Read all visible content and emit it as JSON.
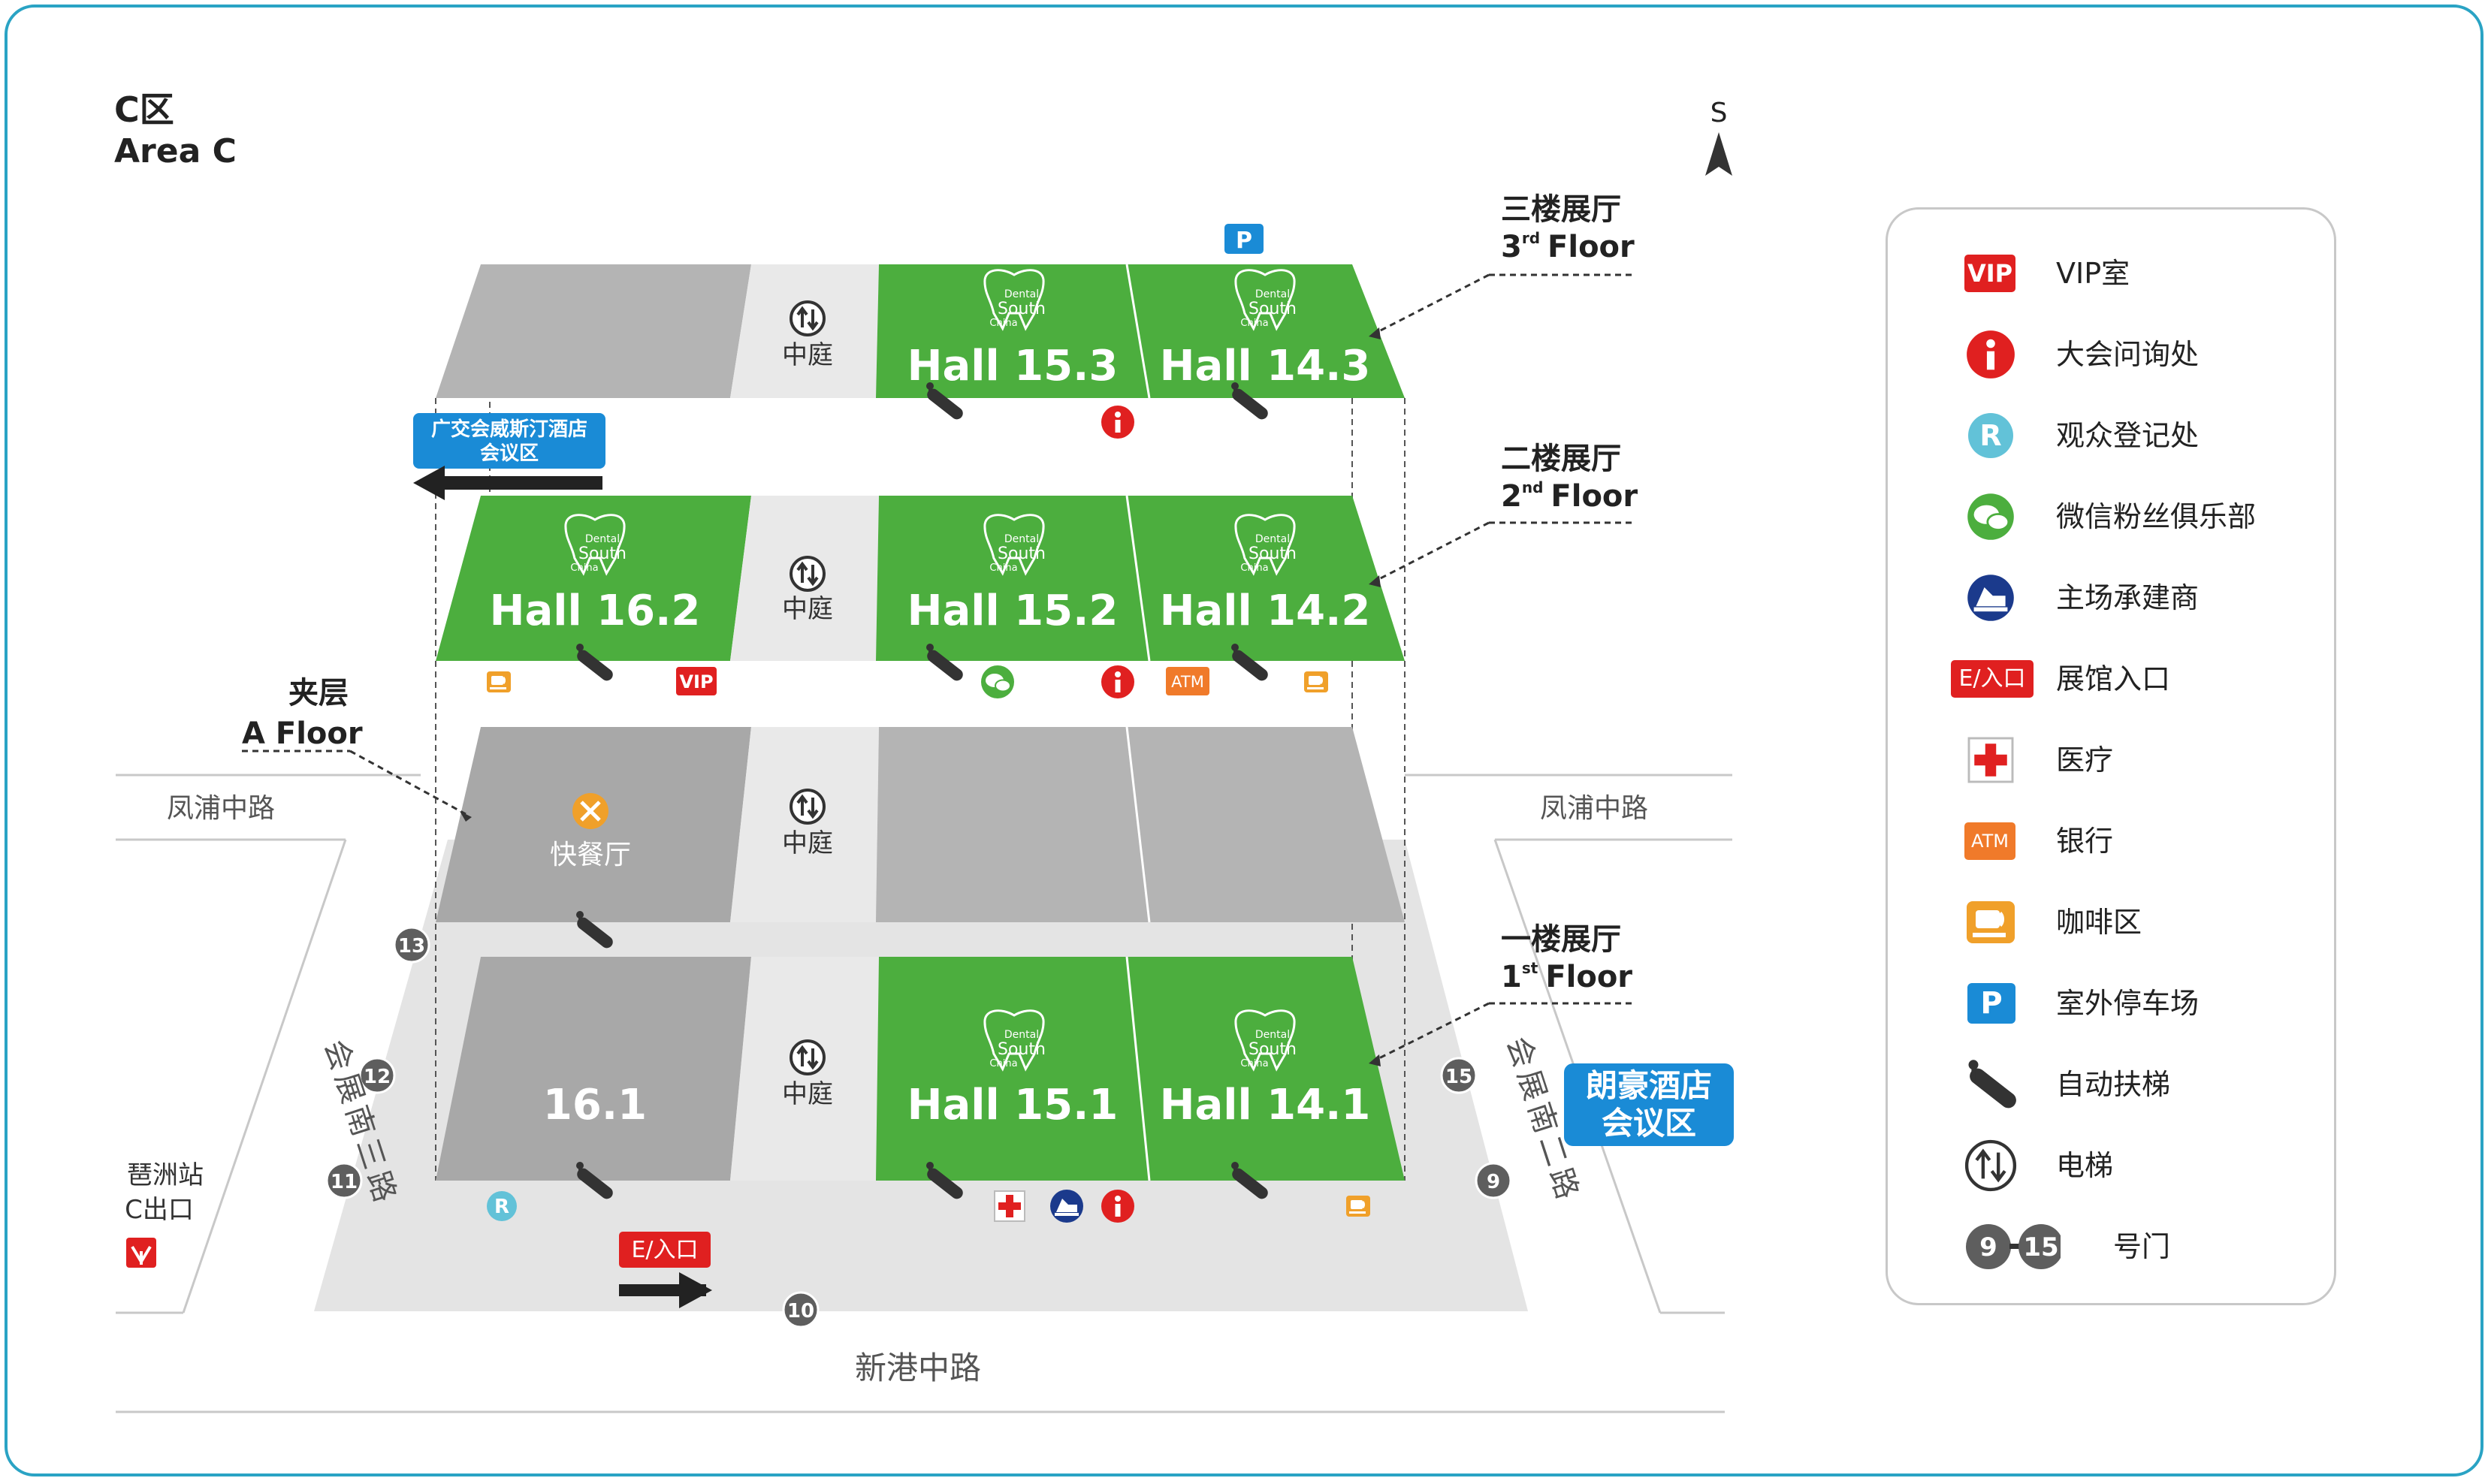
{
  "area": {
    "cn": "C区",
    "en": "Area C"
  },
  "compass": {
    "label": "S"
  },
  "floors": {
    "third": {
      "cn": "三楼展厅",
      "num": "3",
      "sup": "rd",
      "word": "Floor"
    },
    "second": {
      "cn": "二楼展厅",
      "num": "2",
      "sup": "nd",
      "word": "Floor"
    },
    "mezz": {
      "cn": "夹层",
      "en": "A Floor"
    },
    "first": {
      "cn": "一楼展厅",
      "num": "1",
      "sup": "st",
      "word": "Floor"
    }
  },
  "halls": {
    "h153": "Hall 15.3",
    "h143": "Hall 14.3",
    "h162": "Hall 16.2",
    "h152": "Hall 15.2",
    "h142": "Hall 14.2",
    "h161": "16.1",
    "h151": "Hall 15.1",
    "h141": "Hall 14.1"
  },
  "logo": {
    "line1": "Dental",
    "line2": "South",
    "line3": "China"
  },
  "atrium": "中庭",
  "fast_food": "快餐厅",
  "roads": {
    "fengpu_left": "凤浦中路",
    "fengpu_right": "凤浦中路",
    "huizhan_san": "会展南三路",
    "huizhan_er": "会展南二路",
    "xingang": "新港中路"
  },
  "metro": {
    "line1": "琶洲站",
    "line2": "C出口"
  },
  "hotel_venice": {
    "line1": "广交会威斯汀酒店",
    "line2": "会议区"
  },
  "hotel_langham": {
    "line1": "朗豪酒店",
    "line2": "会议区"
  },
  "entrance": "E/入口",
  "gates": [
    "13",
    "12",
    "11",
    "10",
    "9",
    "15"
  ],
  "icons": {
    "vip": "VIP",
    "atm": "ATM",
    "p": "P",
    "r": "R",
    "i": "i"
  },
  "legend": {
    "items": [
      {
        "icon": "vip-icon",
        "label": "VIP室"
      },
      {
        "icon": "info-icon",
        "label": "大会问询处"
      },
      {
        "icon": "registration-icon",
        "label": "观众登记处"
      },
      {
        "icon": "wechat-icon",
        "label": "微信粉丝俱乐部"
      },
      {
        "icon": "contractor-icon",
        "label": "主场承建商"
      },
      {
        "icon": "entrance-icon",
        "label": "展馆入口"
      },
      {
        "icon": "medical-icon",
        "label": "医疗"
      },
      {
        "icon": "atm-icon",
        "label": "银行"
      },
      {
        "icon": "coffee-icon",
        "label": "咖啡区"
      },
      {
        "icon": "parking-icon",
        "label": "室外停车场"
      },
      {
        "icon": "escalator-icon",
        "label": "自动扶梯"
      },
      {
        "icon": "elevator-icon",
        "label": "电梯"
      },
      {
        "icon": "gates-icon",
        "label": "号门"
      }
    ],
    "gate_from": "9",
    "gate_to": "15"
  },
  "colors": {
    "hall_green": "#4cae3e",
    "gray_floor": "#b4b4b4",
    "atrium": "#e9e9e9",
    "ground": "#e4e4e4",
    "red": "#e02020",
    "blue": "#1a8bd6",
    "orange": "#f0a02a",
    "frame": "#2aa3c4"
  }
}
